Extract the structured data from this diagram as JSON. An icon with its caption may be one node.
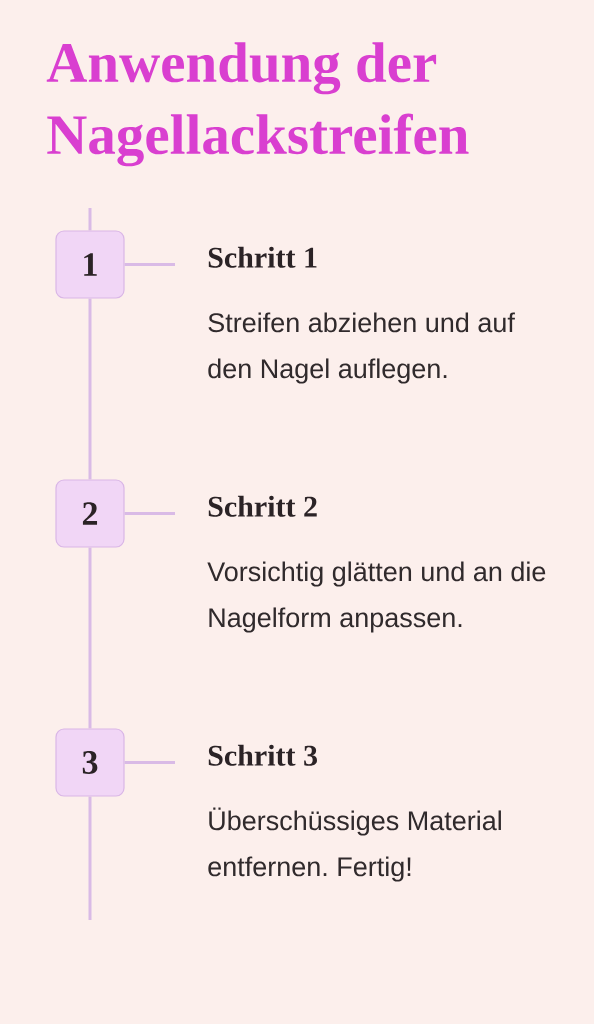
{
  "diagram": {
    "title": "Anwendung der Nagellackstreifen",
    "nodes": [
      {
        "text": [
          "1"
        ]
      },
      {
        "text": [
          "Schritt 1",
          "Streifen abziehen und auf den Nagel auflegen."
        ]
      },
      {
        "text": [
          "2"
        ]
      },
      {
        "text": [
          "Schritt 2",
          "Vorsichtig glätten und an die Nagelform anpassen."
        ]
      },
      {
        "text": [
          "3"
        ]
      },
      {
        "text": [
          "Schritt 3",
          "Überschüssiges Material entfernen. Fertig!"
        ]
      }
    ],
    "edges": [
      {
        "from": null,
        "to": 0,
        "arrow": "none"
      },
      {
        "from": 0,
        "to": 1,
        "arrow": "none"
      },
      {
        "from": 0,
        "to": 2,
        "arrow": "none"
      },
      {
        "from": 2,
        "to": 3,
        "arrow": "none"
      },
      {
        "from": 2,
        "to": 4,
        "arrow": "none"
      },
      {
        "from": 4,
        "to": 5,
        "arrow": "none"
      },
      {
        "from": 4,
        "to": null,
        "arrow": "none"
      }
    ]
  }
}
